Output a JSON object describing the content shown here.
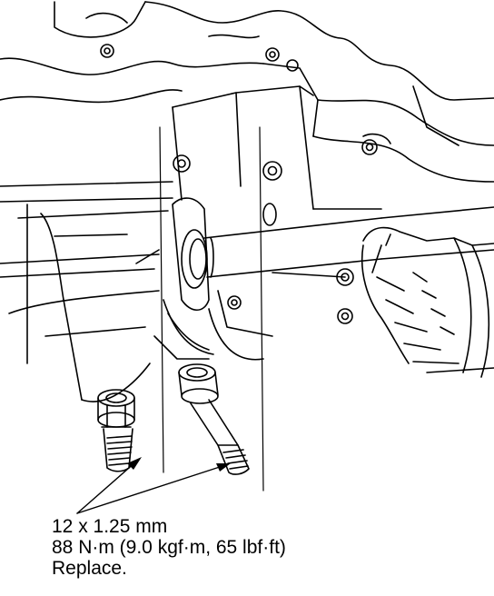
{
  "spec": {
    "size": "12 x 1.25 mm",
    "torque": "88 N·m (9.0 kgf·m, 65 lbf·ft)",
    "note": "Replace."
  },
  "colors": {
    "ink": "#000000",
    "paper": "#ffffff"
  }
}
